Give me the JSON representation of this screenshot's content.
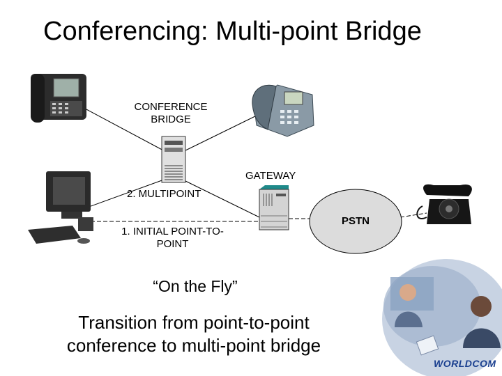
{
  "slide": {
    "title": "Conferencing: Multi-point Bridge",
    "quote": "“On the Fly”",
    "subtitle_line1": "Transition from point-to-point",
    "subtitle_line2": "conference to multi-point bridge"
  },
  "diagram": {
    "conference_bridge_line1": "CONFERENCE",
    "conference_bridge_line2": "BRIDGE",
    "gateway_label": "GATEWAY",
    "multipoint_label": "2. MULTIPOINT",
    "p2p_line1": "1. INITIAL POINT-TO-",
    "p2p_line2": "POINT",
    "pstn_label": "PSTN"
  },
  "logo": {
    "brand": "WORLDCOM"
  },
  "icons": [
    "ip-phone-icon",
    "desk-phone-icon",
    "bridge-server-icon",
    "computer-icon",
    "gateway-icon",
    "rotary-phone-icon",
    "business-people-collage"
  ],
  "colors": {
    "brand": "#1a3f8f",
    "cloud": "#dcdcdc"
  }
}
